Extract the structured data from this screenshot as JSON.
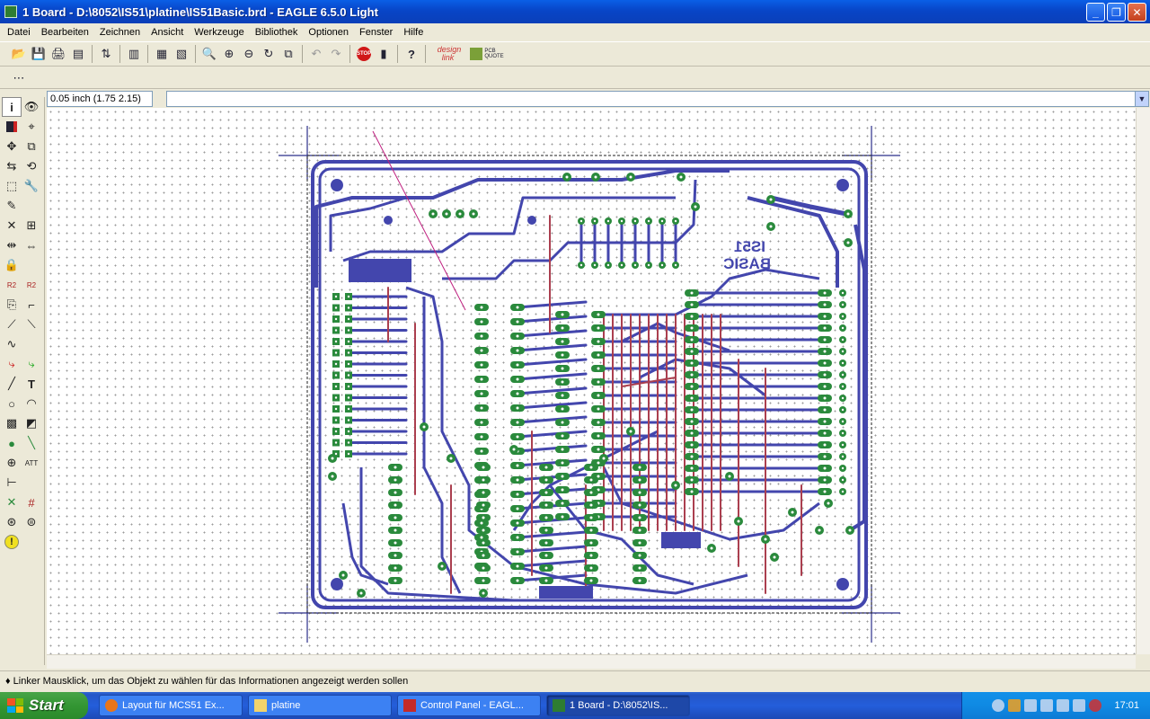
{
  "window": {
    "title": "1 Board - D:\\8052\\IS51\\platine\\IS51Basic.brd - EAGLE 6.5.0 Light"
  },
  "menu": [
    "Datei",
    "Bearbeiten",
    "Zeichnen",
    "Ansicht",
    "Werkzeuge",
    "Bibliothek",
    "Optionen",
    "Fenster",
    "Hilfe"
  ],
  "command": {
    "coordinates": "0.05 inch (1.75 2.15)",
    "input_value": ""
  },
  "board": {
    "silkscreen": [
      "IS51",
      "BASIC"
    ]
  },
  "status": {
    "message": "♦ Linker Mausklick, um das Objekt zu wählen für das Informationen angezeigt werden sollen"
  },
  "taskbar": {
    "start_label": "Start",
    "tasks": [
      "Layout für MCS51 Ex...",
      "platine",
      "Control Panel - EAGL...",
      "1 Board - D:\\8052\\IS..."
    ],
    "clock": "17:01"
  },
  "colors": {
    "track_top": "#ab3f4f",
    "track_bottom": "#4346ad",
    "pad": "#2a8a3c",
    "grid_dot": "#9a9a9a"
  }
}
